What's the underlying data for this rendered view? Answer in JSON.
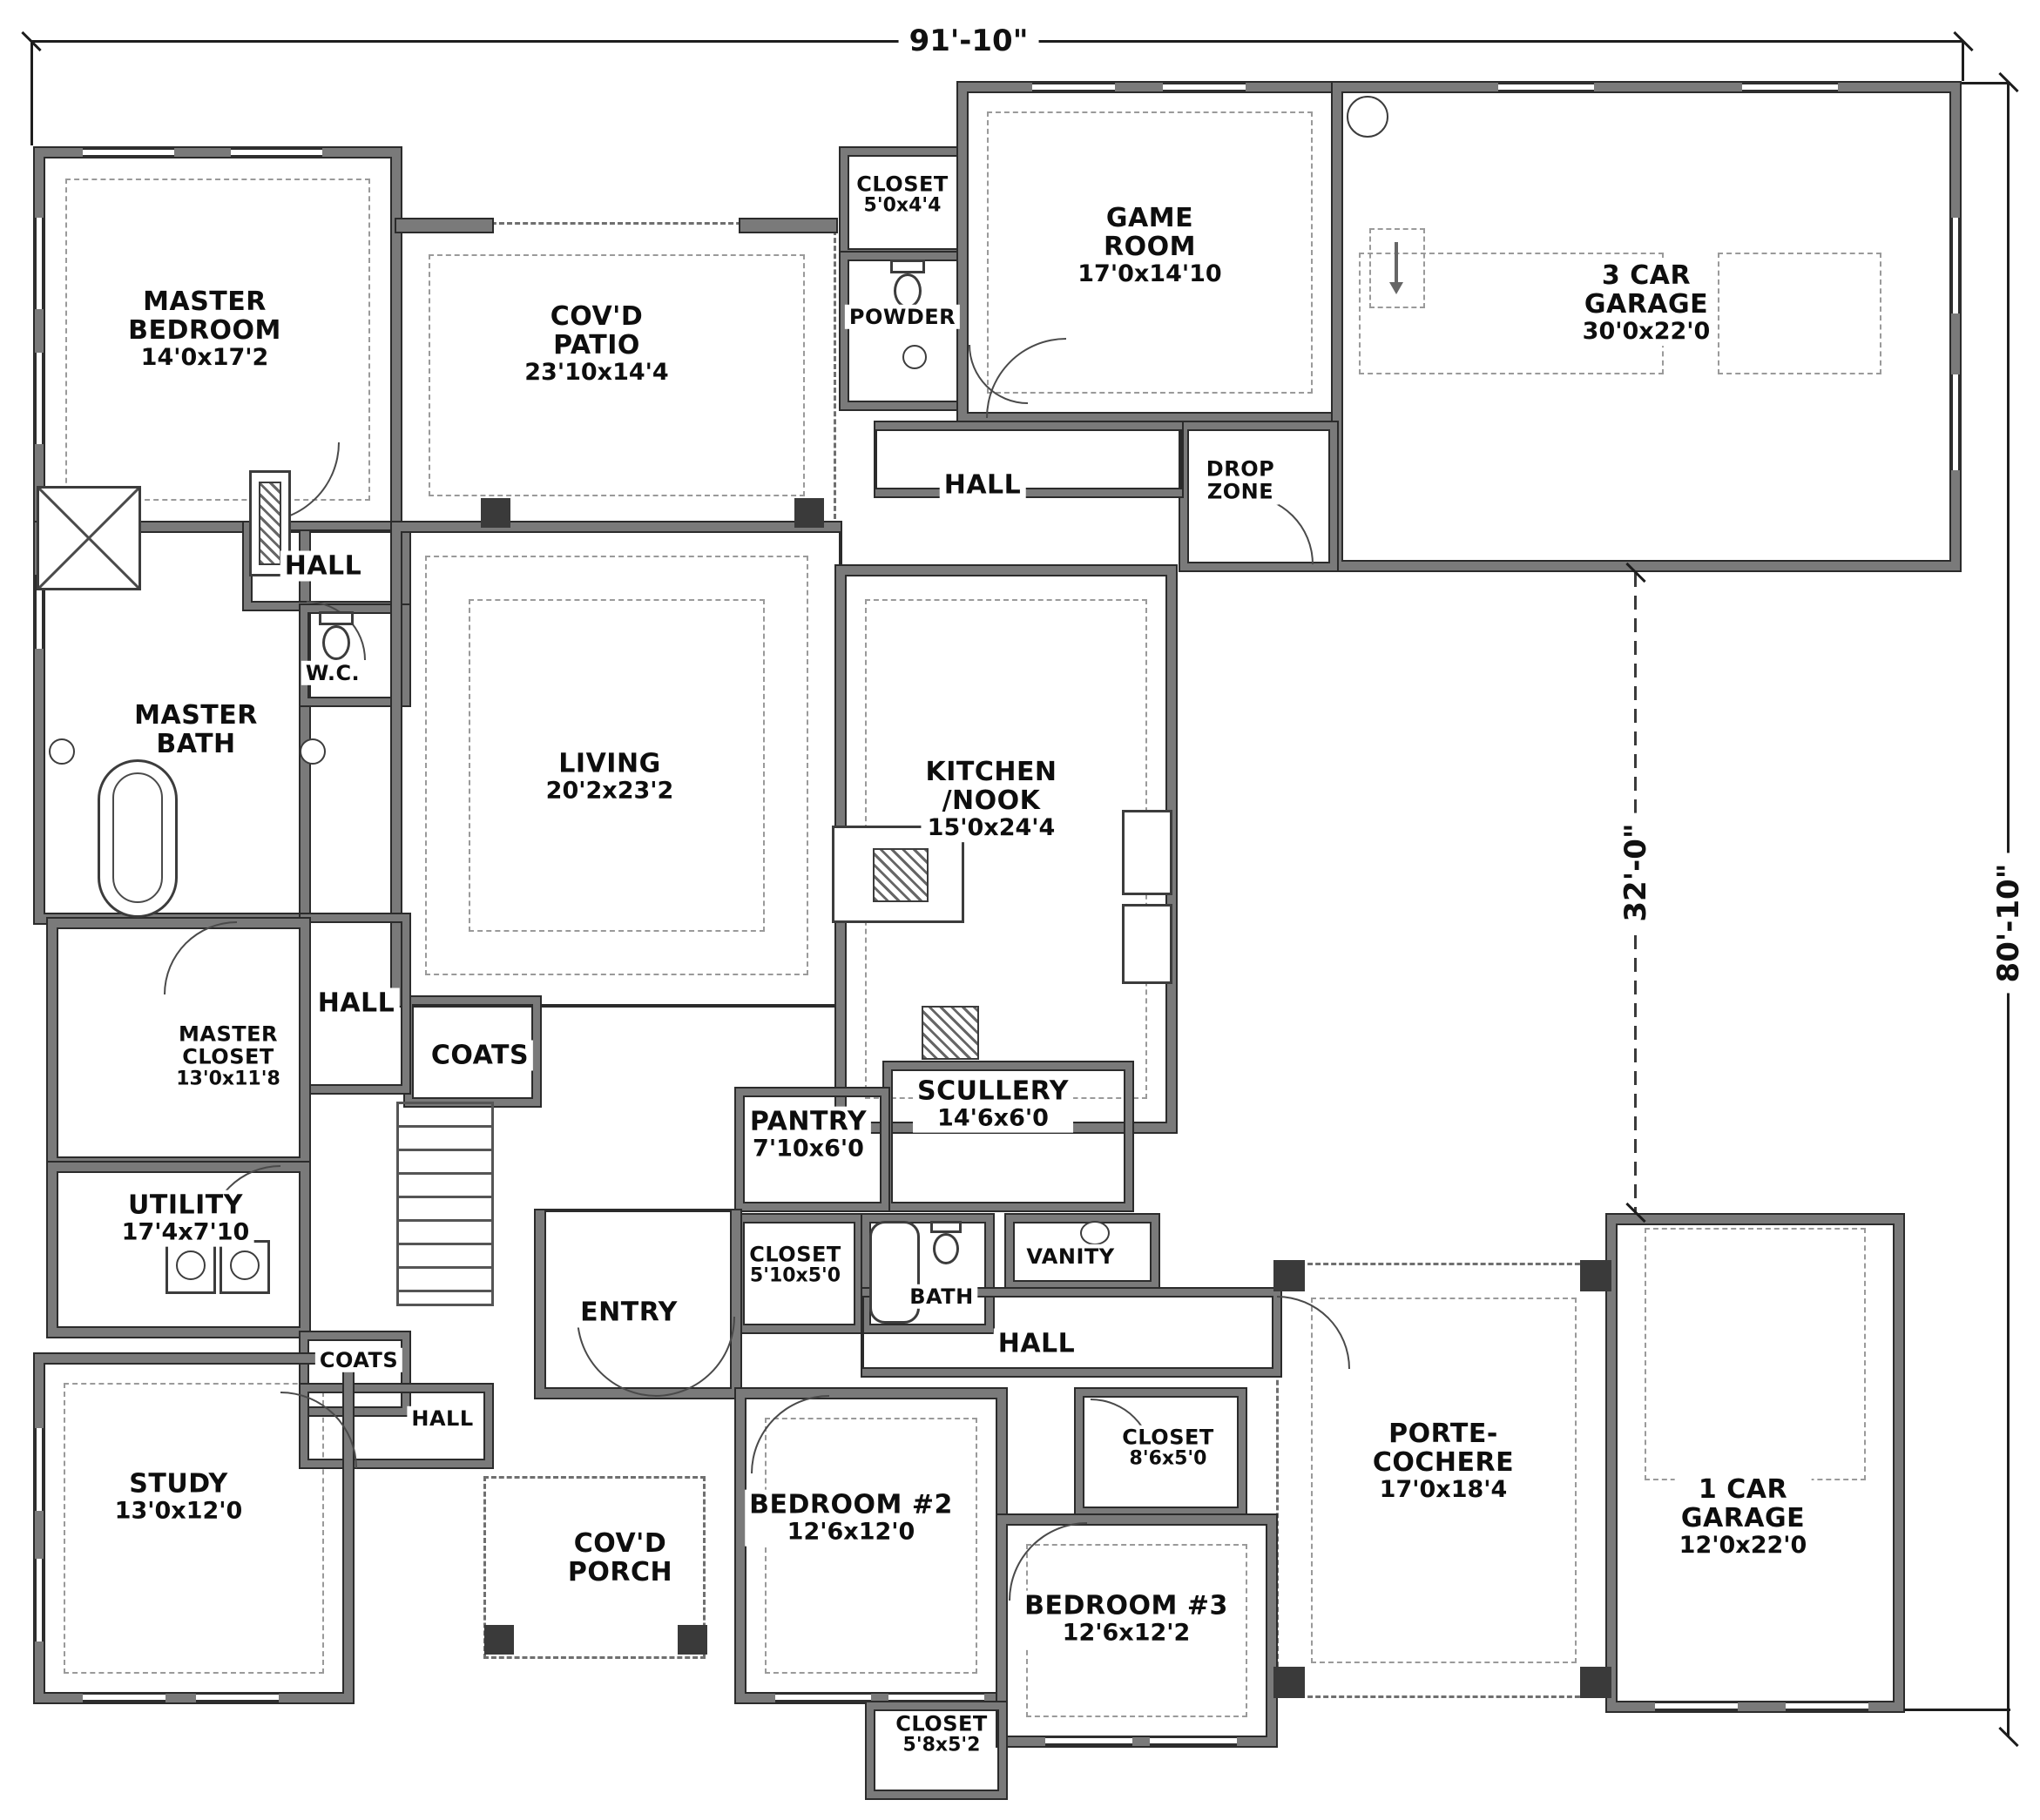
{
  "drawing": {
    "type": "residential floor plan"
  },
  "dimensions": {
    "overall_width": "91'-10\"",
    "overall_height": "80'-10\"",
    "garage_wing_depth": "32'-0\""
  },
  "rooms": [
    {
      "id": "master-bedroom",
      "lines": [
        "MASTER",
        "BEDROOM"
      ],
      "size": "14'0x17'2"
    },
    {
      "id": "covd-patio",
      "lines": [
        "COV'D",
        "PATIO"
      ],
      "size": "23'10x14'4"
    },
    {
      "id": "closet-entry",
      "lines": [
        "CLOSET"
      ],
      "size": "5'0x4'4"
    },
    {
      "id": "powder",
      "lines": [
        "POWDER"
      ]
    },
    {
      "id": "game-room",
      "lines": [
        "GAME",
        "ROOM"
      ],
      "size": "17'0x14'10"
    },
    {
      "id": "garage-3car",
      "lines": [
        "3 CAR",
        "GARAGE"
      ],
      "size": "30'0x22'0"
    },
    {
      "id": "hall-game",
      "lines": [
        "HALL"
      ]
    },
    {
      "id": "drop-zone",
      "lines": [
        "DROP",
        "ZONE"
      ]
    },
    {
      "id": "hall-master",
      "lines": [
        "HALL"
      ]
    },
    {
      "id": "wc",
      "lines": [
        "W.C."
      ]
    },
    {
      "id": "master-bath",
      "lines": [
        "MASTER",
        "BATH"
      ]
    },
    {
      "id": "living",
      "lines": [
        "LIVING"
      ],
      "size": "20'2x23'2"
    },
    {
      "id": "kitchen-nook",
      "lines": [
        "KITCHEN",
        "/NOOK"
      ],
      "size": "15'0x24'4"
    },
    {
      "id": "hall-center",
      "lines": [
        "HALL"
      ]
    },
    {
      "id": "coats-1",
      "lines": [
        "COATS"
      ]
    },
    {
      "id": "master-closet",
      "lines": [
        "MASTER",
        "CLOSET"
      ],
      "size": "13'0x11'8"
    },
    {
      "id": "utility",
      "lines": [
        "UTILITY"
      ],
      "size": "17'4x7'10"
    },
    {
      "id": "pantry",
      "lines": [
        "PANTRY"
      ],
      "size": "7'10x6'0"
    },
    {
      "id": "scullery",
      "lines": [
        "SCULLERY"
      ],
      "size": "14'6x6'0"
    },
    {
      "id": "closet-bath",
      "lines": [
        "CLOSET"
      ],
      "size": "5'10x5'0"
    },
    {
      "id": "bath",
      "lines": [
        "BATH"
      ]
    },
    {
      "id": "vanity",
      "lines": [
        "VANITY"
      ]
    },
    {
      "id": "hall-bedrooms",
      "lines": [
        "HALL"
      ]
    },
    {
      "id": "entry",
      "lines": [
        "ENTRY"
      ]
    },
    {
      "id": "coats-2",
      "lines": [
        "COATS"
      ]
    },
    {
      "id": "hall-study",
      "lines": [
        "HALL"
      ]
    },
    {
      "id": "study",
      "lines": [
        "STUDY"
      ],
      "size": "13'0x12'0"
    },
    {
      "id": "covd-porch",
      "lines": [
        "COV'D",
        "PORCH"
      ]
    },
    {
      "id": "bedroom-2",
      "lines": [
        "BEDROOM #2"
      ],
      "size": "12'6x12'0"
    },
    {
      "id": "closet-bedroom3",
      "lines": [
        "CLOSET"
      ],
      "size": "8'6x5'0"
    },
    {
      "id": "bedroom-3",
      "lines": [
        "BEDROOM #3"
      ],
      "size": "12'6x12'2"
    },
    {
      "id": "porte-cochere",
      "lines": [
        "PORTE-",
        "COCHERE"
      ],
      "size": "17'0x18'4"
    },
    {
      "id": "garage-1car",
      "lines": [
        "1 CAR",
        "GARAGE"
      ],
      "size": "12'0x22'0"
    },
    {
      "id": "closet-rear",
      "lines": [
        "CLOSET"
      ],
      "size": "5'8x5'2"
    }
  ]
}
